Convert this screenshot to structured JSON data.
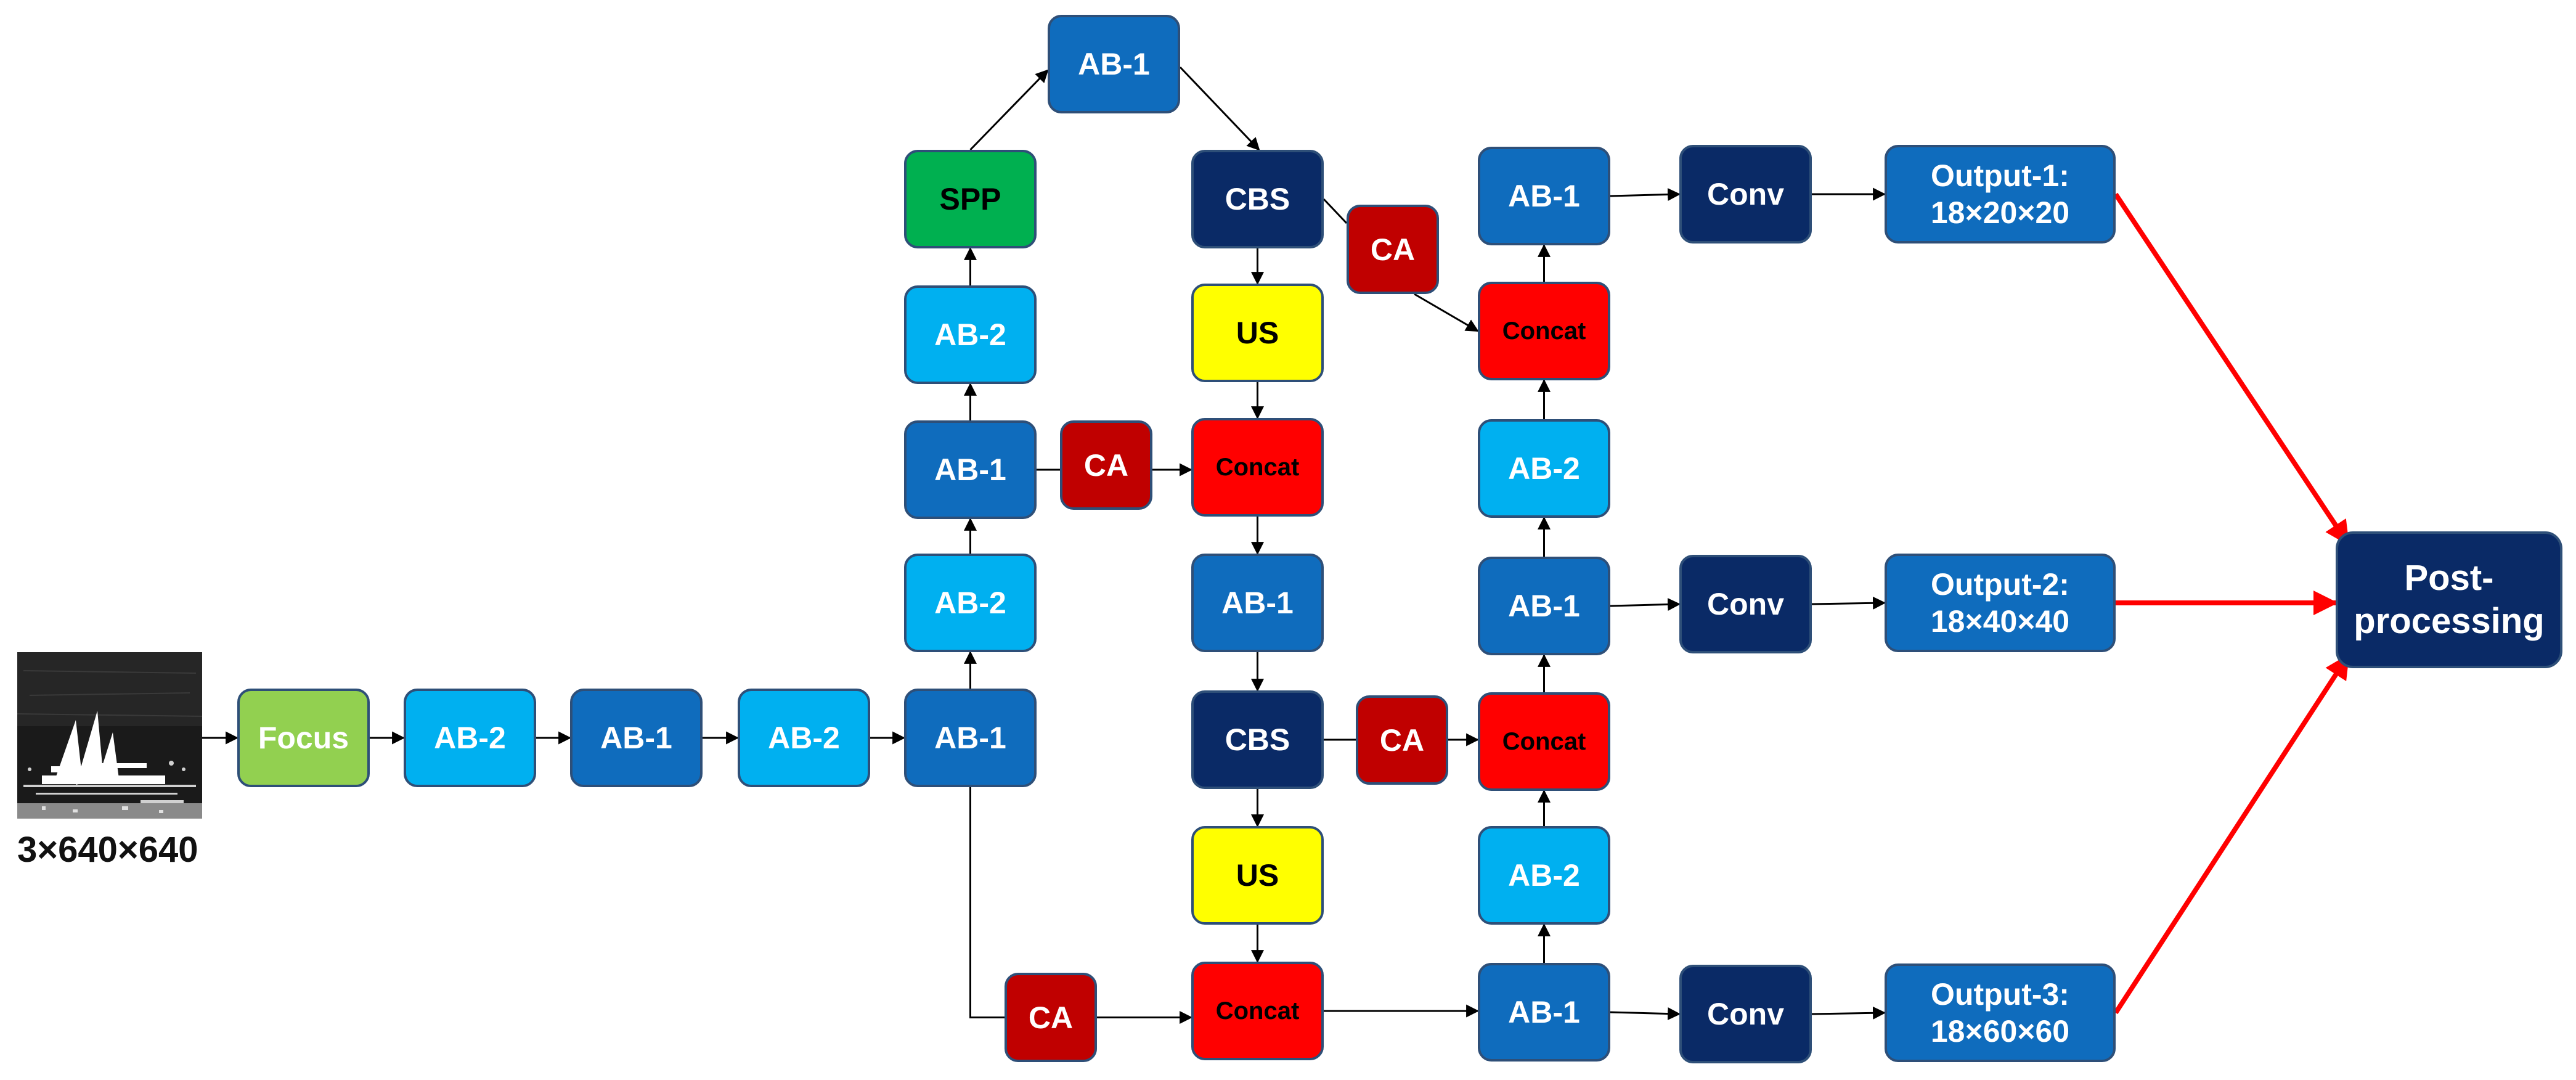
{
  "input": {
    "shape_label": "3×640×640",
    "image_name": "night-ship-infrared-image"
  },
  "colors": {
    "ab1": "#0f6cbd",
    "ab2": "#00b0f0",
    "dark": "#0a2a66",
    "ca": "#c00000",
    "concat": "#ff0000",
    "us": "#ffff00",
    "spp": "#00b050",
    "focus": "#92d050",
    "edge": "#000000",
    "output_edge": "#ff0000"
  },
  "nodes": [
    {
      "id": "focus",
      "label": "Focus",
      "kind": "focus"
    },
    {
      "id": "bb-ab2-1",
      "label": "AB-2",
      "kind": "ab2"
    },
    {
      "id": "bb-ab1-1",
      "label": "AB-1",
      "kind": "ab1"
    },
    {
      "id": "bb-ab2-2",
      "label": "AB-2",
      "kind": "ab2"
    },
    {
      "id": "bb-ab1-2",
      "label": "AB-1",
      "kind": "ab1"
    },
    {
      "id": "bb-ab2-3",
      "label": "AB-2",
      "kind": "ab2"
    },
    {
      "id": "bb-ab1-3",
      "label": "AB-1",
      "kind": "ab1"
    },
    {
      "id": "bb-ab2-4",
      "label": "AB-2",
      "kind": "ab2"
    },
    {
      "id": "spp",
      "label": "SPP",
      "kind": "spp"
    },
    {
      "id": "top-ab1",
      "label": "AB-1",
      "kind": "ab1"
    },
    {
      "id": "ca-mid",
      "label": "CA",
      "kind": "ca"
    },
    {
      "id": "ca-bottom",
      "label": "CA",
      "kind": "ca"
    },
    {
      "id": "cbs-1",
      "label": "CBS",
      "kind": "dark"
    },
    {
      "id": "us-1",
      "label": "US",
      "kind": "us"
    },
    {
      "id": "concat-1",
      "label": "Concat",
      "kind": "concat"
    },
    {
      "id": "neck-ab1-1",
      "label": "AB-1",
      "kind": "ab1"
    },
    {
      "id": "cbs-2",
      "label": "CBS",
      "kind": "dark"
    },
    {
      "id": "us-2",
      "label": "US",
      "kind": "us"
    },
    {
      "id": "concat-2",
      "label": "Concat",
      "kind": "concat"
    },
    {
      "id": "ca-top",
      "label": "CA",
      "kind": "ca"
    },
    {
      "id": "ca-lower",
      "label": "CA",
      "kind": "ca"
    },
    {
      "id": "pan-ab1-3",
      "label": "AB-1",
      "kind": "ab1"
    },
    {
      "id": "pan-ab2-2",
      "label": "AB-2",
      "kind": "ab2"
    },
    {
      "id": "pan-concat-2",
      "label": "Concat",
      "kind": "concat"
    },
    {
      "id": "pan-ab1-2",
      "label": "AB-1",
      "kind": "ab1"
    },
    {
      "id": "pan-ab2-1",
      "label": "AB-2",
      "kind": "ab2"
    },
    {
      "id": "pan-concat-1",
      "label": "Concat",
      "kind": "concat"
    },
    {
      "id": "pan-ab1-1",
      "label": "AB-1",
      "kind": "ab1"
    },
    {
      "id": "conv-1",
      "label": "Conv",
      "kind": "dark"
    },
    {
      "id": "conv-2",
      "label": "Conv",
      "kind": "dark"
    },
    {
      "id": "conv-3",
      "label": "Conv",
      "kind": "dark"
    },
    {
      "id": "output-1",
      "label": "Output-1:\n18×20×20",
      "kind": "output"
    },
    {
      "id": "output-2",
      "label": "Output-2:\n18×40×40",
      "kind": "output"
    },
    {
      "id": "output-3",
      "label": "Output-3:\n18×60×60",
      "kind": "output"
    },
    {
      "id": "post",
      "label": "Post-\nprocessing",
      "kind": "post"
    }
  ]
}
